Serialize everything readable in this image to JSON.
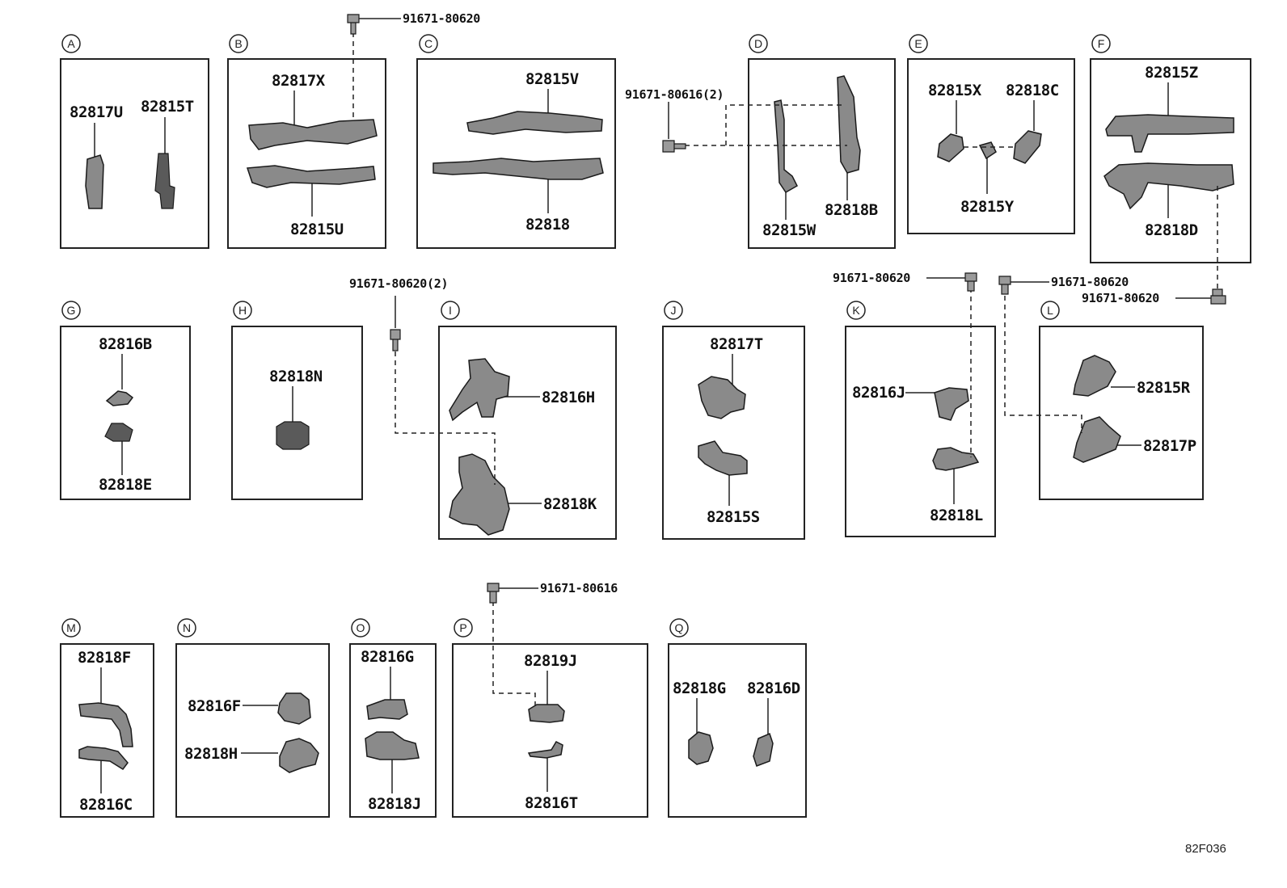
{
  "diagram_ref": "82F036",
  "sections": [
    {
      "letter": "A",
      "parts": [
        "82817U",
        "82815T"
      ]
    },
    {
      "letter": "B",
      "parts": [
        "82817X",
        "82815U"
      ]
    },
    {
      "letter": "C",
      "parts": [
        "82815V",
        "82818"
      ]
    },
    {
      "letter": "D",
      "parts": [
        "82815W",
        "82818B"
      ]
    },
    {
      "letter": "E",
      "parts": [
        "82815X",
        "82818C",
        "82815Y"
      ]
    },
    {
      "letter": "F",
      "parts": [
        "82815Z",
        "82818D"
      ]
    },
    {
      "letter": "G",
      "parts": [
        "82816B",
        "82818E"
      ]
    },
    {
      "letter": "H",
      "parts": [
        "82818N"
      ]
    },
    {
      "letter": "I",
      "parts": [
        "82816H",
        "82818K"
      ]
    },
    {
      "letter": "J",
      "parts": [
        "82817T",
        "82815S"
      ]
    },
    {
      "letter": "K",
      "parts": [
        "82816J",
        "82818L"
      ]
    },
    {
      "letter": "L",
      "parts": [
        "82815R",
        "82817P"
      ]
    },
    {
      "letter": "M",
      "parts": [
        "82818F",
        "82816C"
      ]
    },
    {
      "letter": "N",
      "parts": [
        "82816F",
        "82818H"
      ]
    },
    {
      "letter": "O",
      "parts": [
        "82816G",
        "82818J"
      ]
    },
    {
      "letter": "P",
      "parts": [
        "82819J",
        "82816T"
      ]
    },
    {
      "letter": "Q",
      "parts": [
        "82818G",
        "82816D"
      ]
    }
  ],
  "bolts": [
    "91671-80620",
    "91671-80616(2)",
    "91671-80620(2)",
    "91671-80620",
    "91671-80620",
    "91671-80620",
    "91671-80616"
  ],
  "icons": {
    "bolt": "bolt-icon",
    "part": "wiring-bracket-icon"
  }
}
